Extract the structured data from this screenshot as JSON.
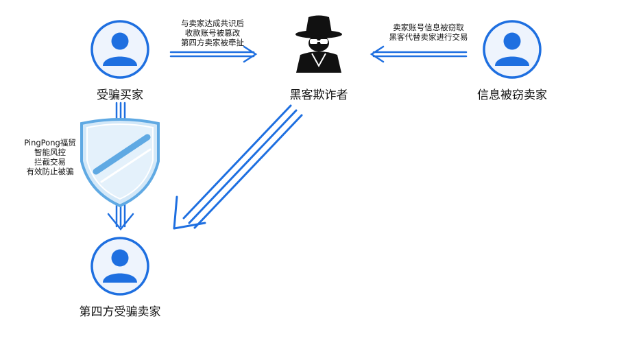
{
  "nodes": {
    "scammed_buyer": {
      "label": "受骗买家",
      "icon": "person-icon"
    },
    "hacker": {
      "label": "黑客欺诈者",
      "icon": "hacker-spy-icon"
    },
    "stolen_seller": {
      "label": "信息被窃卖家",
      "icon": "person-icon"
    },
    "fourth_party_seller": {
      "label": "第四方受骗卖家",
      "icon": "person-icon"
    }
  },
  "annotations": {
    "buyer_to_hacker": [
      "与卖家达成共识后",
      "收款账号被篡改",
      "第四方卖家被牵扯"
    ],
    "seller_to_hacker": [
      "卖家账号信息被窃取",
      "黑客代替卖家进行交易"
    ],
    "shield": [
      "PingPong福贸",
      "智能风控",
      "拦截交易",
      "有效防止被骗"
    ]
  },
  "colors": {
    "accent": "#1E6FE0",
    "circle_fill": "#EEF4FD",
    "shield_fill": "#D3E8F8",
    "shield_stroke": "#5FA9E3",
    "icon_dark": "#111111"
  }
}
